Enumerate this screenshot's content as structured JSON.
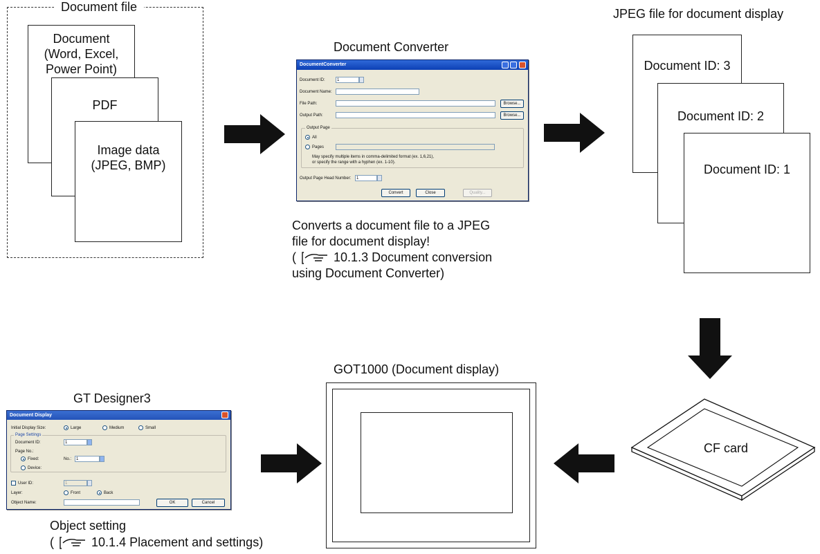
{
  "document_file": {
    "title": "Document file",
    "pages": [
      {
        "text": "Document\n(Word, Excel,\nPower Point)"
      },
      {
        "text": "PDF"
      },
      {
        "text": "Image data\n(JPEG, BMP)"
      }
    ]
  },
  "converter": {
    "title": "Document Converter",
    "window_title": "DocumentConverter",
    "document_id_label": "Document ID:",
    "document_id_value": "1",
    "document_name_label": "Document Name:",
    "file_path_label": "File Path:",
    "output_path_label": "Output Path:",
    "browse_label": "Browse...",
    "output_page_group": "Output Page",
    "all_label": "All",
    "pages_label": "Pages",
    "hint_line1": "May specify multiple items in comma-delimited format (ex. 1,6,21),",
    "hint_line2": "or specify the range with a hyphen (ex. 1-10).",
    "head_number_label": "Output Page Head Number:",
    "head_number_value": "1",
    "convert_label": "Convert",
    "close_label": "Close",
    "quality_label": "Quality..."
  },
  "converter_caption": {
    "line1": "Converts a document file to a JPEG",
    "line2": "file for document display!",
    "line3_prefix": "(",
    "line3_ref": "10.1.3 Document conversion",
    "line4": "using Document Converter)"
  },
  "jpeg": {
    "title": "JPEG file for document display",
    "pages": [
      "Document ID: 3",
      "Document ID: 2",
      "Document ID: 1"
    ]
  },
  "cf_card": {
    "label": "CF card"
  },
  "got": {
    "title": "GOT1000 (Document display)"
  },
  "designer": {
    "title": "GT Designer3",
    "window_title": "Document Display",
    "initial_size_label": "Initial Display Size:",
    "large_label": "Large",
    "medium_label": "Medium",
    "small_label": "Small",
    "page_settings_label": "Page Settings",
    "document_id_label": "Document ID:",
    "document_id_value": "1",
    "page_no_label": "Page No.:",
    "fixed_label": "Fixed:",
    "no_label": "No.:",
    "no_value": "1",
    "device_label": "Device:",
    "user_id_label": "User ID:",
    "user_id_value": "1",
    "layer_label": "Layer:",
    "front_label": "Front",
    "back_label": "Back",
    "object_name_label": "Object Name:",
    "ok_label": "OK",
    "cancel_label": "Cancel"
  },
  "designer_caption": {
    "line1": "Object setting",
    "line2_prefix": "(",
    "line2_ref": "10.1.4 Placement and settings)"
  }
}
